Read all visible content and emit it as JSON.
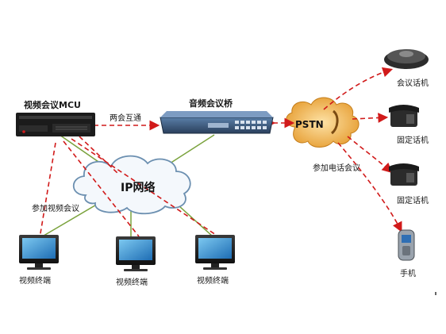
{
  "nodes": {
    "mcu_label": "视频会议MCU",
    "bridge_label": "音频会议桥",
    "pstn_label": "PSTN",
    "ip_label": "IP网络",
    "terminal_label": "视频终端",
    "conf_phone_label": "会议话机",
    "fixed_phone_label": "固定话机",
    "mobile_label": "手机"
  },
  "edges": {
    "interconnect_label": "两会互通",
    "join_video_label": "参加视频会议",
    "join_phone_label": "参加电话会议"
  },
  "colors": {
    "dashed_link": "#d11a1a",
    "network_link": "#7aa23c",
    "cloud_stroke": "#6b8fb0",
    "pstn_cloud": "#f0b24a"
  }
}
